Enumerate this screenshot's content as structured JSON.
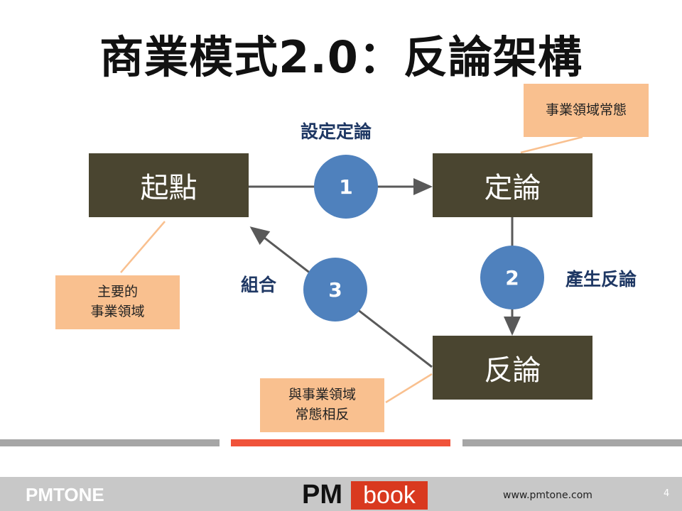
{
  "title": "商業模式2.0：反論架構",
  "boxes": {
    "start": "起點",
    "thesis": "定論",
    "antithesis": "反論"
  },
  "steps": [
    {
      "num": "1",
      "label": "設定定論"
    },
    {
      "num": "2",
      "label": "產生反論"
    },
    {
      "num": "3",
      "label": "組合"
    }
  ],
  "notes": {
    "thesis": "事業領域常態",
    "start_line1": "主要的",
    "start_line2": "事業領域",
    "anti_line1": "與事業領域",
    "anti_line2": "常態相反"
  },
  "footer": {
    "logo_left": "PMTONE",
    "logo_center_pm": "PM",
    "logo_center_book": "book",
    "url": "www.pmtone.com",
    "page": "4"
  },
  "colors": {
    "box": "#4a4530",
    "circle": "#4f81bd",
    "note": "#f9c08f",
    "label": "#1f3864",
    "accent": "#f0533a"
  }
}
